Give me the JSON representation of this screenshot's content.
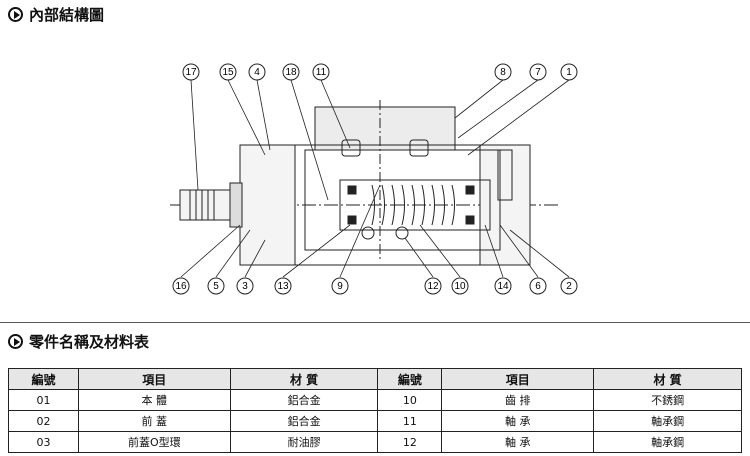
{
  "section1_title": "內部結構圖",
  "section2_title": "零件名稱及材料表",
  "callouts": [
    "17",
    "15",
    "4",
    "18",
    "11",
    "8",
    "7",
    "1",
    "16",
    "5",
    "3",
    "13",
    "9",
    "12",
    "10",
    "14",
    "6",
    "2"
  ],
  "table": {
    "headers": [
      "編號",
      "項目",
      "材 質",
      "編號",
      "項目",
      "材 質"
    ],
    "rows": [
      [
        "01",
        "本 體",
        "鋁合金",
        "10",
        "齒 排",
        "不銹鋼"
      ],
      [
        "02",
        "前 蓋",
        "鋁合金",
        "11",
        "軸 承",
        "軸承鋼"
      ],
      [
        "03",
        "前蓋O型環",
        "耐油膠",
        "12",
        "軸 承",
        "軸承鋼"
      ]
    ]
  }
}
